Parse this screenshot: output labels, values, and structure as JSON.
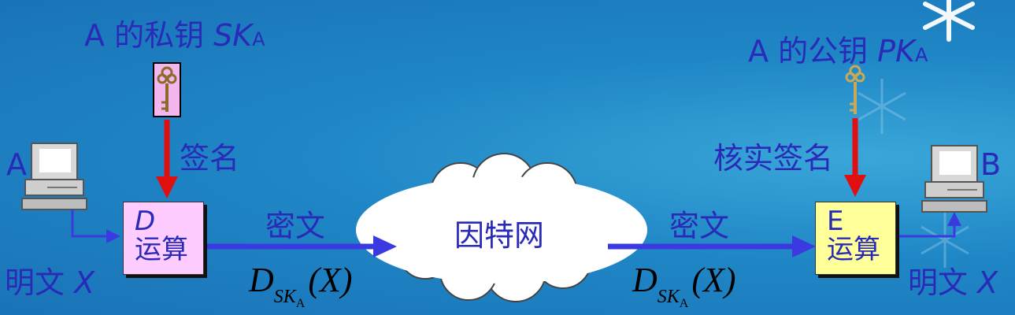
{
  "left_key_label": {
    "prefix": "A 的私钥 ",
    "key": "SK",
    "sub": "A"
  },
  "right_key_label": {
    "prefix": "A 的公钥 ",
    "key": "PK",
    "sub": "A"
  },
  "host_a": "A",
  "host_b": "B",
  "sign_label": "签名",
  "verify_label": "核实签名",
  "left_box": {
    "line1": "D",
    "line2": "运算"
  },
  "right_box": {
    "line1": "E",
    "line2": "运算"
  },
  "cipher_left": "密文",
  "cipher_right": "密文",
  "internet": "因特网",
  "plaintext_left": {
    "text": "明文 ",
    "var": "X"
  },
  "plaintext_right": {
    "text": "明文 ",
    "var": "X"
  },
  "formula_left": {
    "D": "D",
    "sub": "SK",
    "subsub": "A",
    "arg": "(X)"
  },
  "formula_right": {
    "D": "D",
    "sub": "SK",
    "subsub": "A",
    "arg": "(X)"
  },
  "colors": {
    "arrow_red": "#e01010",
    "arrow_blue": "#3a3ae0",
    "box_d": "#ffccff",
    "box_e": "#ffff99",
    "text": "#2a2ab8"
  }
}
